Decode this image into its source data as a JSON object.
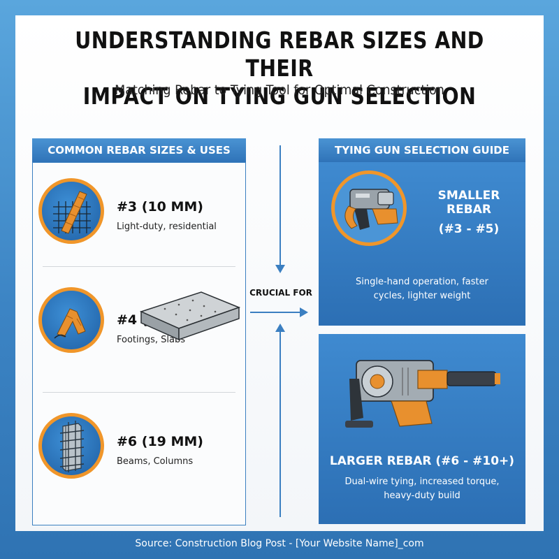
{
  "header": {
    "title_line1": "UNDERSTANDING REBAR SIZES AND THEIR",
    "title_line2": "IMPACT ON TYING GUN SELECTION",
    "subtitle": "Matching Rebar to Tying Tool for Optimal Construction"
  },
  "left": {
    "heading": "COMMON REBAR SIZES & USES",
    "items": [
      {
        "title": "#3 (10 MM)",
        "desc": "Light-duty, residential",
        "icon": "rebar-mesh-icon"
      },
      {
        "title": "#4 (13MM)",
        "desc": "Footings, Slabs",
        "icon": "rebar-bend-icon"
      },
      {
        "title": "#6 (19 MM)",
        "desc": "Beams, Columns",
        "icon": "rebar-column-icon"
      }
    ]
  },
  "center": {
    "label": "CRUCIAL FOR"
  },
  "right": {
    "heading": "TYING GUN SELECTION GUIDE",
    "cards": [
      {
        "title_line1": "SMALLER REBAR",
        "title_line2": "(#3 - #5)",
        "desc_line1": "Single-hand operation, faster",
        "desc_line2": "cycles, lighter weight"
      },
      {
        "title": "LARGER REBAR (#6 - #10+)",
        "desc_line1": "Dual-wire tying, increased torque,",
        "desc_line2": "heavy-duty build"
      }
    ]
  },
  "footer": {
    "source": "Source: Construction Blog Post - [Your Website Name]_com"
  },
  "colors": {
    "accent": "#f0962a",
    "blue": "#2f73b8"
  }
}
